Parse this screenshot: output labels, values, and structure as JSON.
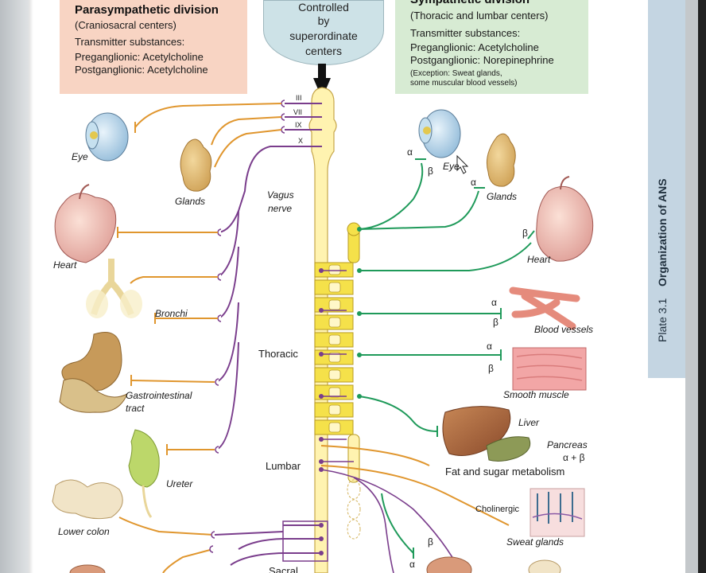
{
  "parasympathetic": {
    "title": "Parasympathetic division",
    "subtitle": "(Craniosacral centers)",
    "transmitter_heading": "Transmitter substances:",
    "preganglionic": "Preganglionic: Acetylcholine",
    "postganglionic": "Postganglionic: Acetylcholine"
  },
  "sympathetic": {
    "title": "Sympathetic division",
    "subtitle": "(Thoracic and lumbar centers)",
    "transmitter_heading": "Transmitter substances:",
    "preganglionic": "Preganglionic: Acetylcholine",
    "postganglionic": "Postganglionic: Norepinephrine",
    "exception_line1": "(Exception: Sweat glands,",
    "exception_line2": "some muscular blood vessels)"
  },
  "control": {
    "line1": "Controlled",
    "line2": "by",
    "line3": "superordinate",
    "line4": "centers"
  },
  "cranial_nerves": [
    "III",
    "VII",
    "IX",
    "X"
  ],
  "left_organs": {
    "eye": "Eye",
    "glands": "Glands",
    "vagus1": "Vagus",
    "vagus2": "nerve",
    "heart": "Heart",
    "bronchi": "Bronchi",
    "gi1": "Gastrointestinal",
    "gi2": "tract",
    "ureter": "Ureter",
    "lower_colon": "Lower colon"
  },
  "spine_regions": {
    "thoracic": "Thoracic",
    "lumbar": "Lumbar",
    "sacral": "Sacral"
  },
  "right_organs": {
    "eye": "Eye",
    "glands": "Glands",
    "heart": "Heart",
    "blood_vessels": "Blood vessels",
    "smooth_muscle": "Smooth muscle",
    "liver": "Liver",
    "pancreas": "Pancreas",
    "alpha_beta": "α + β",
    "fat_sugar": "Fat and sugar metabolism",
    "cholinergic": "Cholinergic",
    "sweat_glands": "Sweat glands"
  },
  "receptors": {
    "alpha": "α",
    "beta": "β"
  },
  "side_tab": {
    "plate": "Plate 3.1",
    "topic": "Organization of ANS"
  },
  "colors": {
    "parasympathetic_fiber": "#7a3d8c",
    "sympathetic_fiber": "#1f9a5a",
    "postganglionic_fiber": "#e0962e",
    "spinal_cord": "#fff3b0",
    "sympathetic_chain": "#f5e14a",
    "para_box": "#f8d4c3",
    "symp_box": "#d7ebd3",
    "side_tab": "#c4d5e2"
  }
}
